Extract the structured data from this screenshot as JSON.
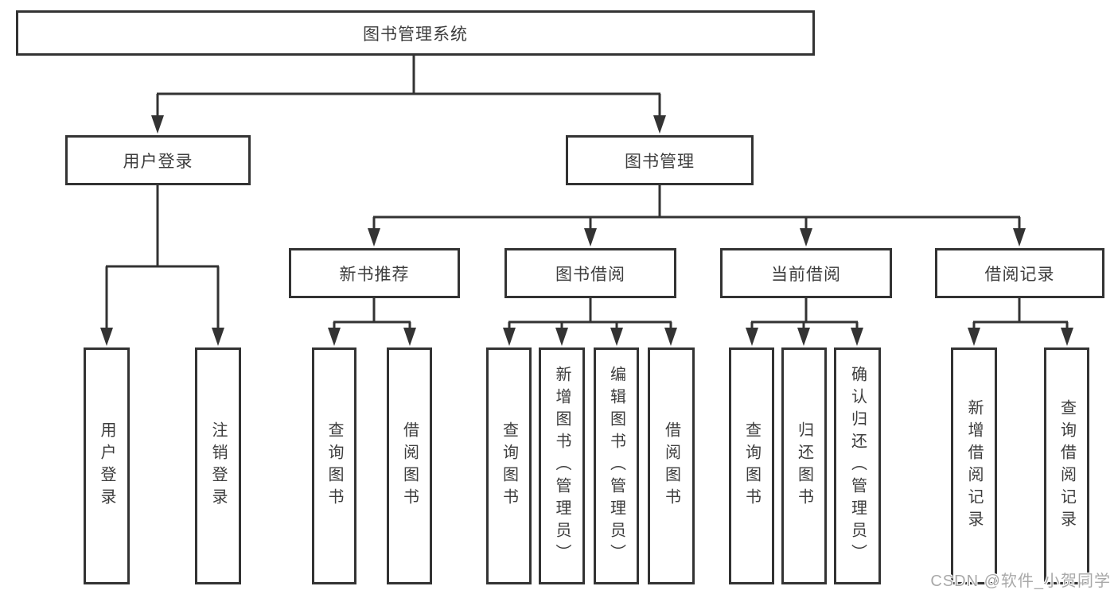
{
  "diagram": {
    "root": {
      "label": "图书管理系统"
    },
    "level2": {
      "user_login": {
        "label": "用户登录"
      },
      "book_management": {
        "label": "图书管理"
      }
    },
    "level3": {
      "new_book_recommend": {
        "label": "新书推荐"
      },
      "book_borrow": {
        "label": "图书借阅"
      },
      "current_borrow": {
        "label": "当前借阅"
      },
      "borrow_records": {
        "label": "借阅记录"
      }
    },
    "leaves": {
      "user_login": {
        "label": "用户登录"
      },
      "logout": {
        "label": "注销登录"
      },
      "query_book_recommend": {
        "label": "查询图书"
      },
      "borrow_book_recommend": {
        "label": "借阅图书"
      },
      "query_book_borrow": {
        "label": "查询图书"
      },
      "add_book_admin": {
        "label": "新增图书（管理员）"
      },
      "edit_book_admin": {
        "label": "编辑图书（管理员）"
      },
      "borrow_book_borrow": {
        "label": "借阅图书"
      },
      "query_book_current": {
        "label": "查询图书"
      },
      "return_book": {
        "label": "归还图书"
      },
      "confirm_return_admin": {
        "label": "确认归还（管理员）"
      },
      "add_borrow_record": {
        "label": "新增借阅记录"
      },
      "query_borrow_record": {
        "label": "查询借阅记录"
      }
    },
    "colors": {
      "line": "#333333",
      "box_border": "#333333",
      "text": "#3d3d3d",
      "watermark": "#a9a9a9",
      "background": "#ffffff"
    }
  },
  "watermark": {
    "text": "CSDN @软件_小贺同学"
  }
}
